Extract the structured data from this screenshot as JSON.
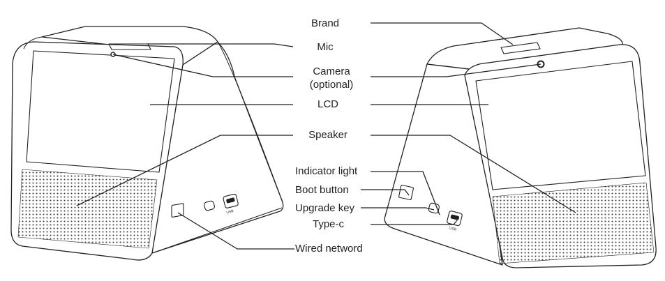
{
  "labels": {
    "brand": "Brand",
    "mic": "Mic",
    "camera_line1": "Camera",
    "camera_line2": "(optional)",
    "lcd": "LCD",
    "speaker": "Speaker",
    "indicator_light": "Indicator light",
    "boot_button": "Boot button",
    "upgrade_key": "Upgrade key",
    "type_c": "Type-c",
    "wired_network": "Wired netword"
  },
  "port_text": {
    "usb": "USB"
  },
  "colors": {
    "line": "#231f20",
    "background": "#ffffff",
    "speaker_dots": "#3a3a3a"
  }
}
